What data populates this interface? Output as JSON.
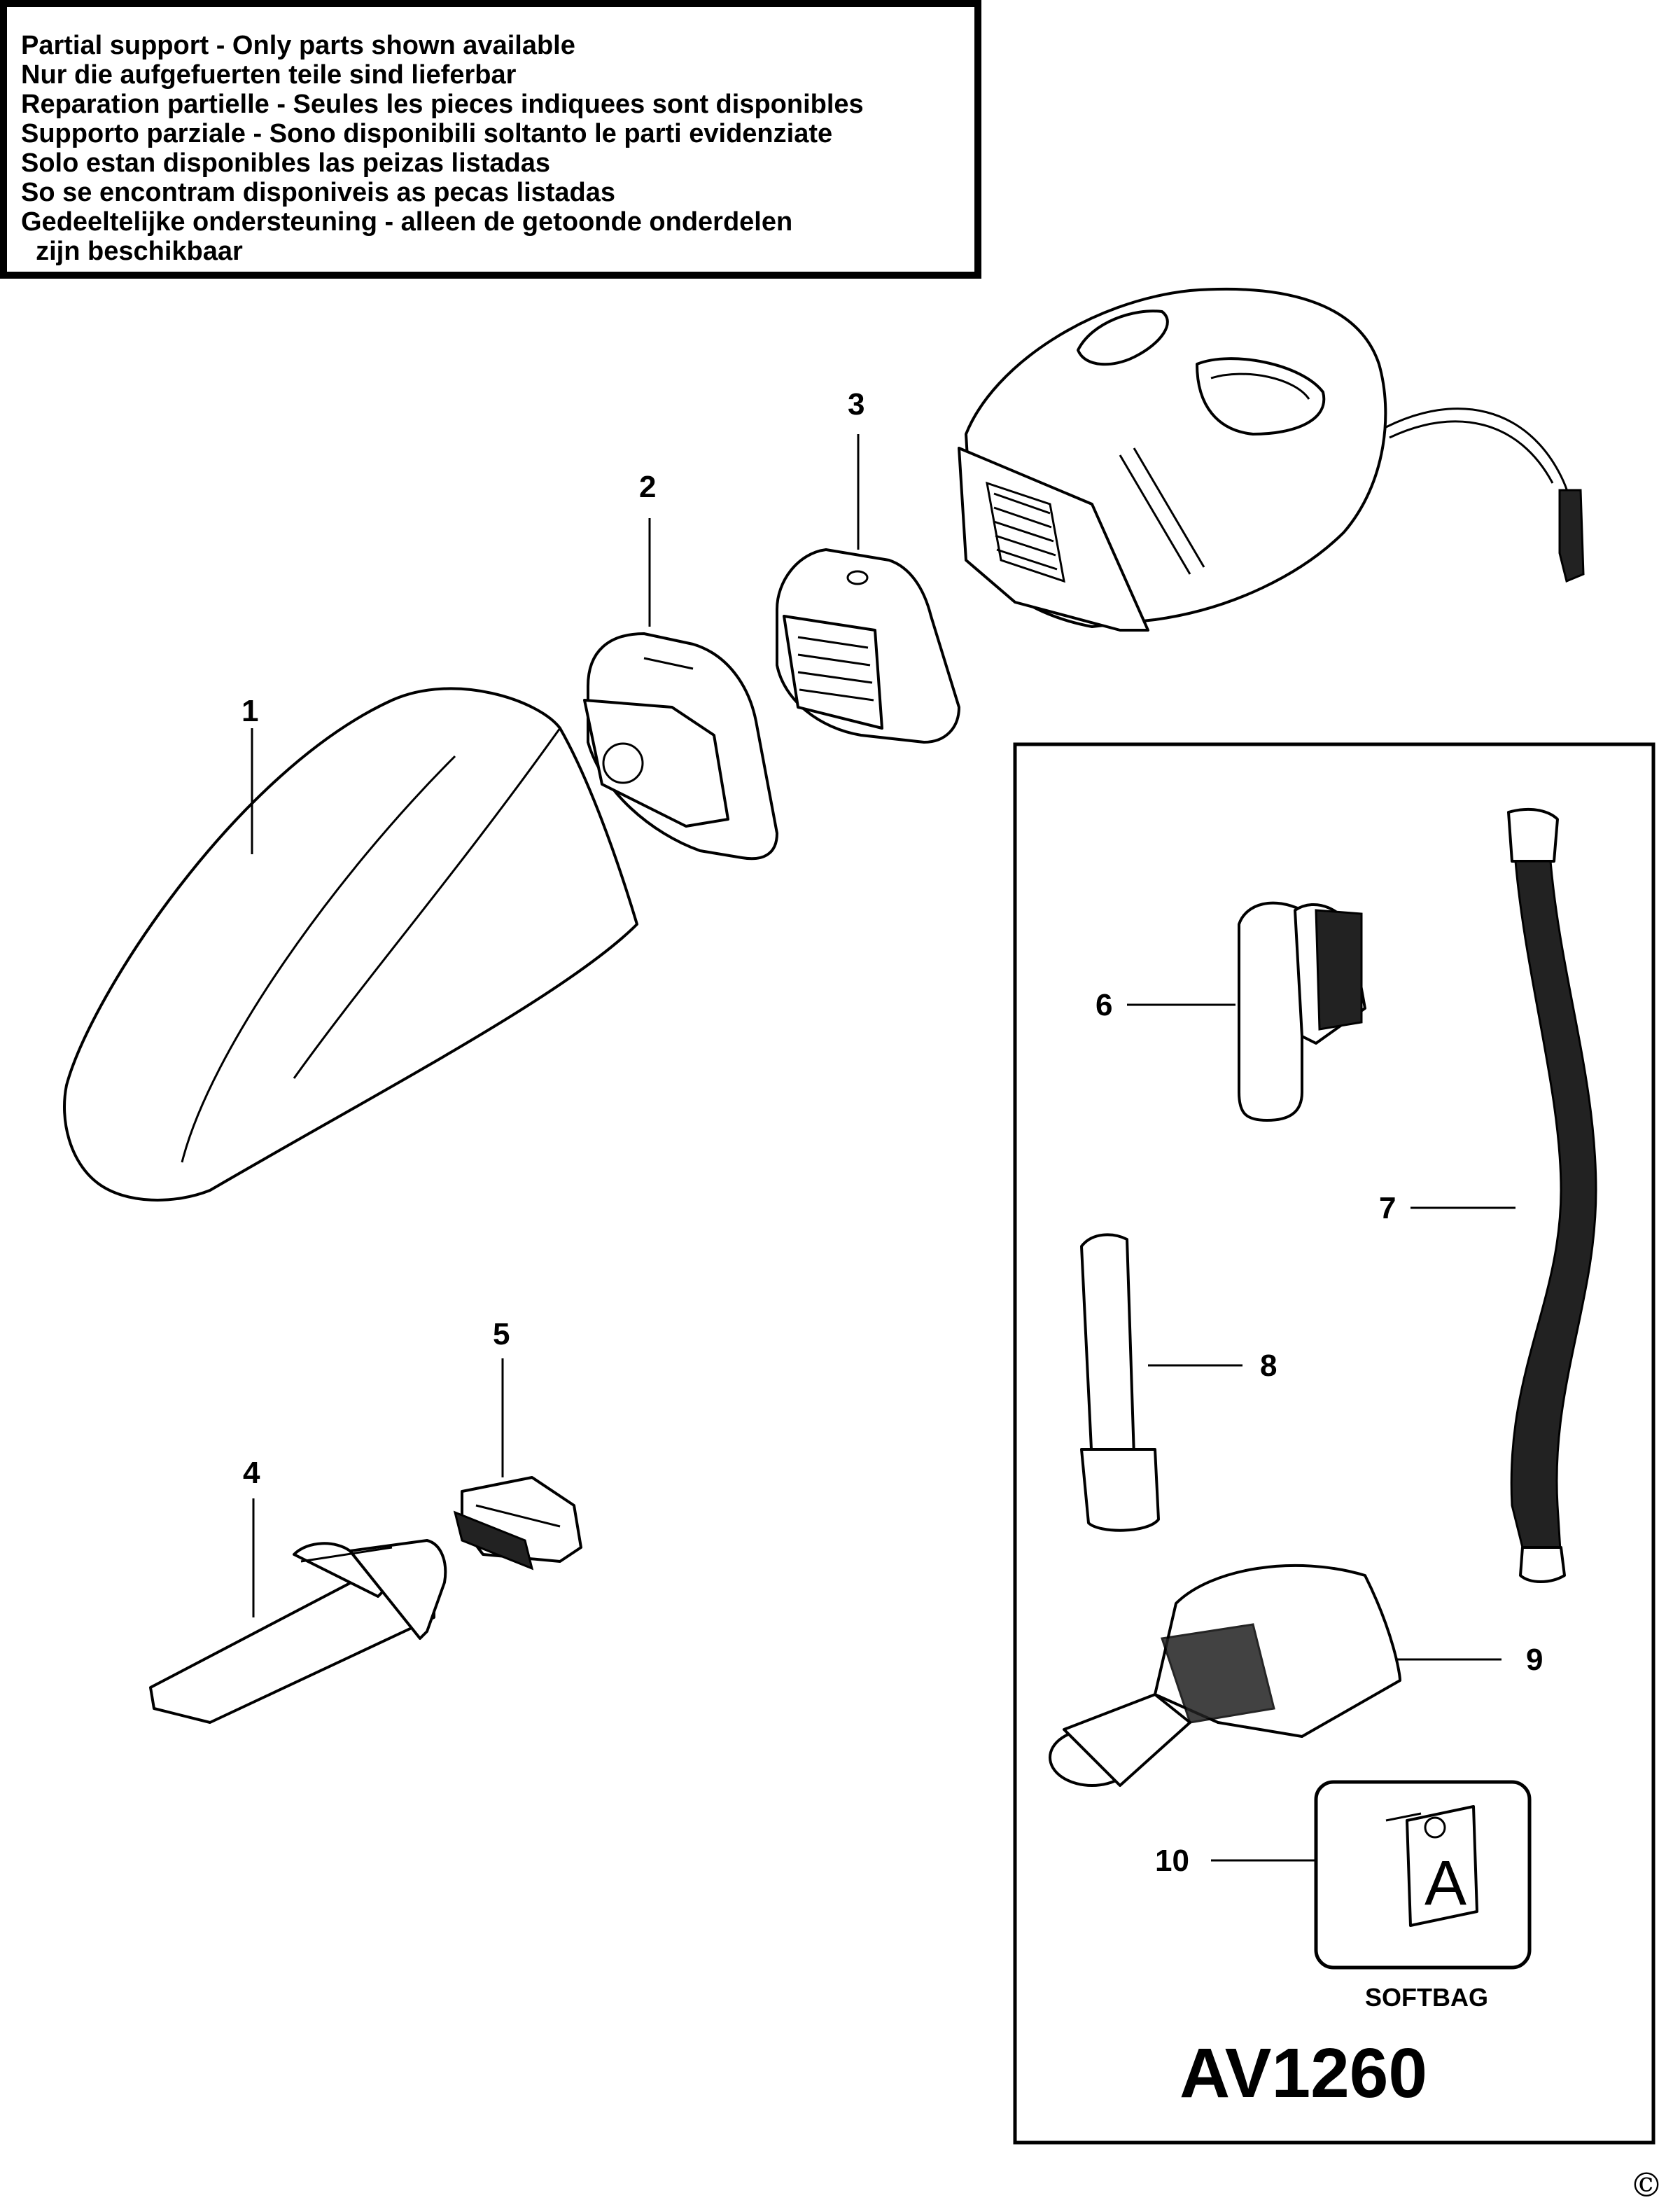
{
  "notice": {
    "lines": [
      "Partial support - Only parts shown available",
      "Nur die aufgefuerten teile sind lieferbar",
      "Reparation partielle - Seules les pieces indiquees sont disponibles",
      "Supporto parziale - Sono disponibili soltanto le parti evidenziate",
      "Solo estan disponibles las peizas listadas",
      "So se encontram disponiveis as pecas listadas",
      "Gedeeltelijke ondersteuning - alleen de getoonde onderdelen",
      "  zijn beschikbaar"
    ]
  },
  "callouts": {
    "p1": "1",
    "p2": "2",
    "p3": "3",
    "p4": "4",
    "p5": "5",
    "p6": "6",
    "p7": "7",
    "p8": "8",
    "p9": "9",
    "p10": "10"
  },
  "softbag_label": "SOFTBAG",
  "softbag_icon_letter": "A",
  "model": "AV1260",
  "copyright": "©"
}
